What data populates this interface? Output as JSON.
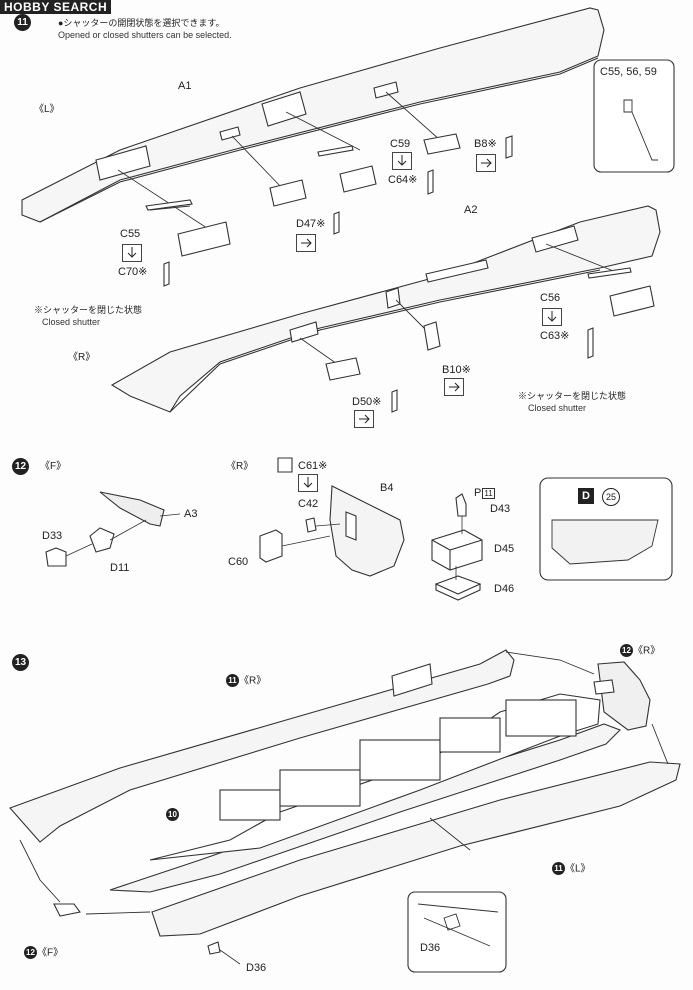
{
  "watermark": {
    "brand": "HOBBY SEARCH"
  },
  "step11": {
    "number": "11",
    "note_jp": "●シャッターの開閉状態を選択できます。",
    "note_en": "Opened or closed shutters can be selected.",
    "side_left": "《L》",
    "side_right": "《R》",
    "parts": {
      "a1": "A1",
      "a2": "A2",
      "c55": "C55",
      "c70": "C70※",
      "c59": "C59",
      "c64": "C64※",
      "b8": "B8※",
      "d47": "D47※",
      "c56": "C56",
      "c63": "C63※",
      "b10": "B10※",
      "d50": "D50※"
    },
    "shutter_jp": "※シャッターを閉じた状態",
    "shutter_en": "Closed shutter",
    "shutter_jp2": "※シャッターを閉じた状態",
    "shutter_en2": "Closed shutter",
    "detail_label": "C55, 56, 59"
  },
  "step12": {
    "number": "12",
    "side_f": "《F》",
    "side_r": "《R》",
    "parts": {
      "a3": "A3",
      "d33": "D33",
      "d11": "D11",
      "c61": "C61※",
      "c42": "C42",
      "c60": "C60",
      "b4": "B4",
      "d43": "D43",
      "d45": "D45",
      "d46": "D46",
      "p": "P",
      "p_num": "11"
    },
    "inset": {
      "tag": "D",
      "num": "25"
    }
  },
  "step13": {
    "number": "13",
    "ref_11r_num": "11",
    "ref_11r_side": "《R》",
    "ref_12r_num": "12",
    "ref_12r_side": "《R》",
    "ref_10_num": "10",
    "ref_11l_num": "11",
    "ref_11l_side": "《L》",
    "ref_12f_num": "12",
    "ref_12f_side": "《F》",
    "d36": "D36",
    "inset_d36": "D36"
  }
}
